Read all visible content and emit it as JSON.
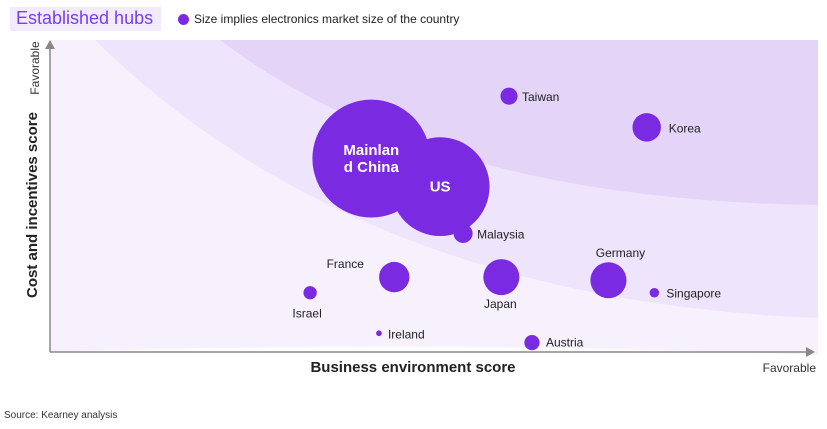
{
  "header": {
    "title": "Established hubs",
    "legend_text": "Size implies electronics market size of the country"
  },
  "source": "Source: Kearney analysis",
  "colors": {
    "bubble": "#7a2be2",
    "zone_outer": "#f6f1fd",
    "zone_middle": "#eee4fb",
    "zone_inner": "#e4d4f8",
    "axis": "#888888",
    "title_accent": "#7a3df0"
  },
  "chart_data": {
    "type": "scatter",
    "xlabel": "Business environment score",
    "ylabel": "Cost and incentives score",
    "x_favorable_label": "Favorable",
    "y_favorable_label": "Favorable",
    "xlim": [
      0,
      100
    ],
    "ylim": [
      0,
      100
    ],
    "points": [
      {
        "name": "Mainland China",
        "label_lines": [
          "Mainlan",
          "d China"
        ],
        "x": 42,
        "y": 62,
        "size": 62,
        "label_inside": true
      },
      {
        "name": "US",
        "x": 51,
        "y": 53,
        "size": 52,
        "label_inside": true
      },
      {
        "name": "Taiwan",
        "x": 60,
        "y": 82,
        "size": 9
      },
      {
        "name": "Korea",
        "x": 78,
        "y": 72,
        "size": 15
      },
      {
        "name": "Malaysia",
        "x": 54,
        "y": 38,
        "size": 10
      },
      {
        "name": "France",
        "x": 45,
        "y": 24,
        "size": 16
      },
      {
        "name": "Japan",
        "x": 59,
        "y": 24,
        "size": 19
      },
      {
        "name": "Germany",
        "x": 73,
        "y": 23,
        "size": 19
      },
      {
        "name": "Singapore",
        "x": 79,
        "y": 19,
        "size": 5
      },
      {
        "name": "Israel",
        "x": 34,
        "y": 19,
        "size": 7
      },
      {
        "name": "Ireland",
        "x": 43,
        "y": 6,
        "size": 3
      },
      {
        "name": "Austria",
        "x": 63,
        "y": 3,
        "size": 8
      }
    ]
  }
}
